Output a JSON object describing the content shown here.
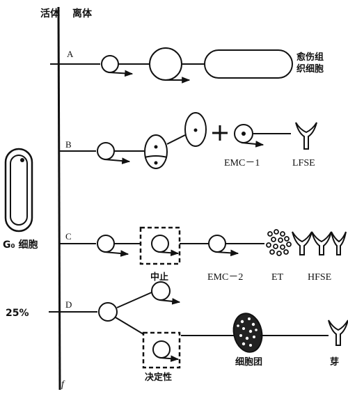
{
  "headers": {
    "in_vivo": "活体",
    "in_vitro": "离体"
  },
  "left_labels": {
    "g0_cell": "G₀ 细胞",
    "percent": "25%"
  },
  "rows": [
    {
      "letter": "A",
      "end_label_line1": "愈伤组",
      "end_label_line2": "织细胞"
    },
    {
      "letter": "B",
      "mid_label": "EMC－1",
      "end_label": "LFSE"
    },
    {
      "letter": "C",
      "arrest_label": "中止",
      "mid_label": "EMC－2",
      "et_label": "ET",
      "end_label": "HFSE"
    },
    {
      "letter": "D",
      "determined_label": "决定性",
      "mass_label": "细胞团",
      "end_label": "芽"
    }
  ],
  "footer_mark": "f"
}
